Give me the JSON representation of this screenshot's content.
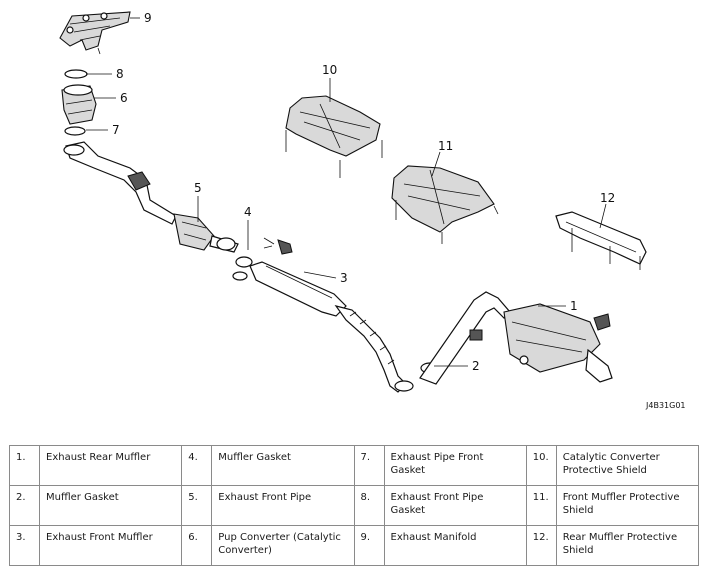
{
  "callouts": [
    "1",
    "2",
    "3",
    "4",
    "5",
    "6",
    "7",
    "8",
    "9",
    "10",
    "11",
    "12"
  ],
  "diagram_code": "J4B31G01",
  "legend": [
    [
      {
        "num": "1.",
        "name": "Exhaust Rear Muffler"
      },
      {
        "num": "4.",
        "name": "Muffler Gasket"
      },
      {
        "num": "7.",
        "name": "Exhaust Pipe Front Gasket"
      },
      {
        "num": "10.",
        "name": "Catalytic Converter Protective Shield"
      }
    ],
    [
      {
        "num": "2.",
        "name": "Muffler Gasket"
      },
      {
        "num": "5.",
        "name": "Exhaust Front Pipe"
      },
      {
        "num": "8.",
        "name": "Exhaust Front Pipe Gasket"
      },
      {
        "num": "11.",
        "name": "Front Muffler Protective Shield"
      }
    ],
    [
      {
        "num": "3.",
        "name": "Exhaust Front Muffler"
      },
      {
        "num": "6.",
        "name": "Pup Converter (Catalytic Converter)"
      },
      {
        "num": "9.",
        "name": "Exhaust Manifold"
      },
      {
        "num": "12.",
        "name": "Rear Muffler Protective Shield"
      }
    ]
  ]
}
